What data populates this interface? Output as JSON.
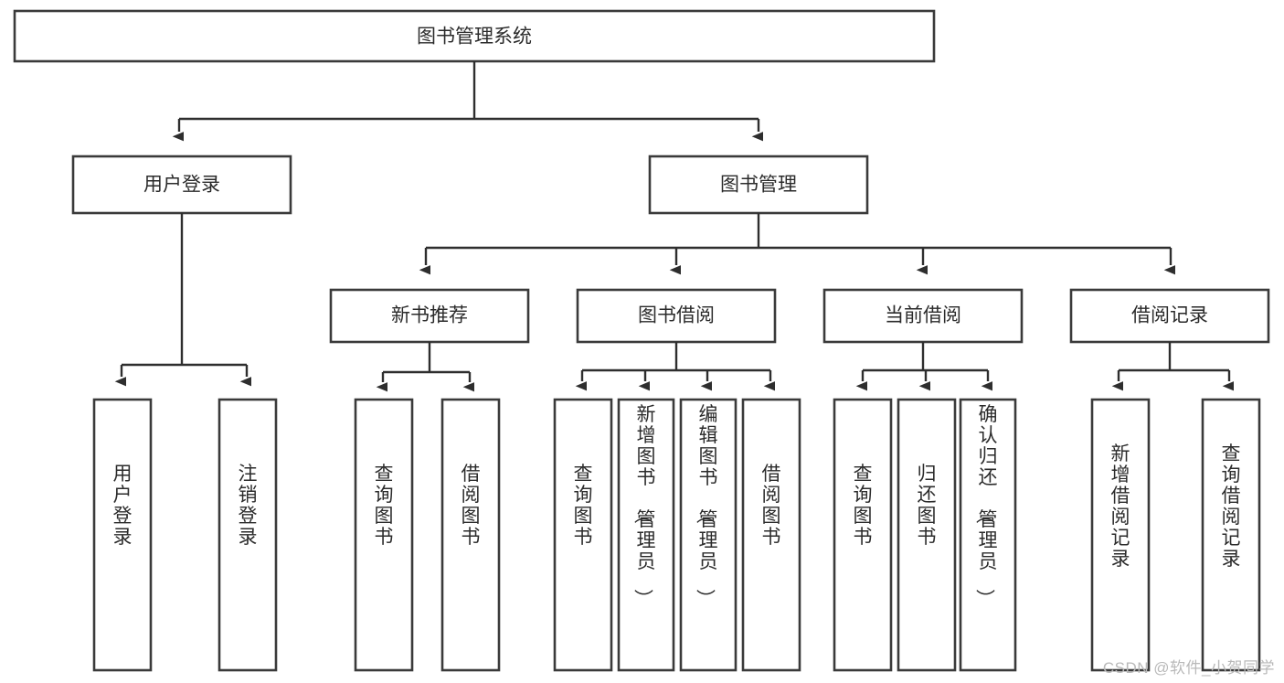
{
  "diagram": {
    "type": "tree",
    "title": "图书管理系统",
    "orientation": "top-down",
    "colors": {
      "background": "#ffffff",
      "box_fill": "#ffffff",
      "box_stroke": "#3a3a3a",
      "connector": "#2e2e2e",
      "text": "#2b2b2b",
      "watermark": "#b9b9b9"
    },
    "levels": {
      "root": {
        "label": "图书管理系统"
      },
      "level2": [
        {
          "label": "用户登录"
        },
        {
          "label": "图书管理"
        }
      ],
      "level3": [
        {
          "label": "新书推荐"
        },
        {
          "label": "图书借阅"
        },
        {
          "label": "当前借阅"
        },
        {
          "label": "借阅记录"
        }
      ]
    },
    "leaves": {
      "user_login": [
        {
          "label": "用户登录"
        },
        {
          "label": "注销登录"
        }
      ],
      "new_book_recommend": [
        {
          "label": "查询图书"
        },
        {
          "label": "借阅图书"
        }
      ],
      "book_borrow": [
        {
          "label": "查询图书"
        },
        {
          "label": "新增图书（管理员）"
        },
        {
          "label": "编辑图书（管理员）"
        },
        {
          "label": "借阅图书"
        }
      ],
      "current_borrow": [
        {
          "label": "查询图书"
        },
        {
          "label": "归还图书"
        },
        {
          "label": "确认归还（管理员）"
        }
      ],
      "borrow_record": [
        {
          "label": "新增借阅记录"
        },
        {
          "label": "查询借阅记录"
        }
      ]
    }
  },
  "watermark": {
    "text": "CSDN @软件_小贺同学"
  }
}
